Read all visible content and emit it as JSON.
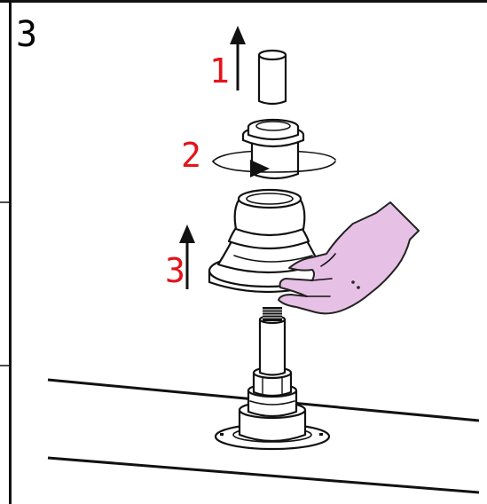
{
  "step": {
    "number": "3"
  },
  "sub_steps": [
    {
      "label": "1",
      "action": "lift",
      "color": "#e3141b"
    },
    {
      "label": "2",
      "action": "rotate",
      "color": "#e3141b"
    },
    {
      "label": "3",
      "action": "lift",
      "color": "#e3141b"
    }
  ],
  "colors": {
    "hand": "#e7c0e6",
    "ink": "#111111",
    "accent": "#e3141b",
    "background": "#ffffff"
  },
  "icons": [
    "up-arrow-icon",
    "rotate-arrow-icon",
    "hand-icon"
  ]
}
